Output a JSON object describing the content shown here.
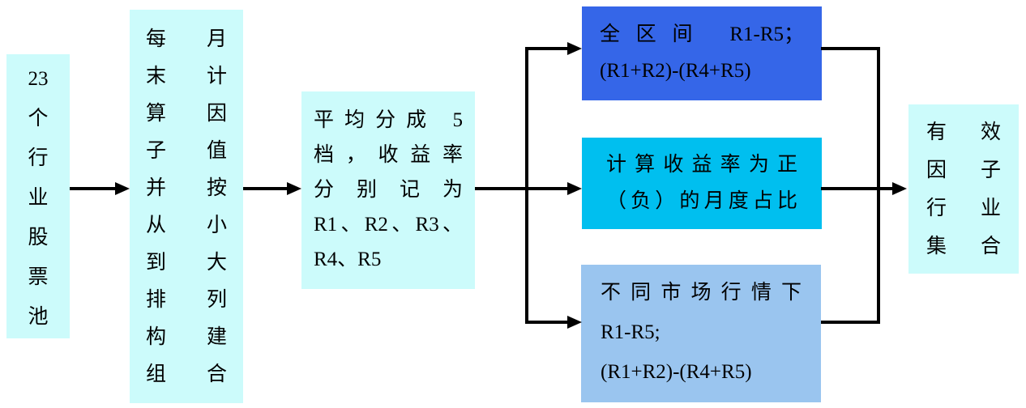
{
  "colors": {
    "box_light_cyan": "#ccfbfb",
    "box_royal_blue": "#3566e8",
    "box_cyan": "#00bfef",
    "box_light_blue": "#9ac5ef",
    "connector": "#000000",
    "text": "#000000"
  },
  "boxes": {
    "stock_pool": {
      "text": "23个行业股票池",
      "lines": [
        "23",
        "个",
        "行",
        "业",
        "股",
        "票",
        "池"
      ]
    },
    "monthly_calc": {
      "text": "每月末计算因子值并按从小到大排列构建组合",
      "lines": [
        "每月",
        "末计",
        "算因",
        "子值",
        "并按",
        "从小",
        "到大",
        "排列",
        "构建",
        "组合"
      ]
    },
    "quintile": {
      "text": "平均分成5档，收益率分别记为R1、R2、R3、R4、R5",
      "lines": [
        "平均分成 5",
        "档，收益率",
        "分别记为",
        "R1、R2、R3、",
        "R4、R5"
      ]
    },
    "full_range": {
      "text": "全区间 R1-R5；(R1+R2)-(R4+R5)",
      "lines": [
        "全区间 R1-R5；",
        "(R1+R2)-(R4+R5)"
      ]
    },
    "monthly_ratio": {
      "text": "计算收益率为正（负）的月度占比",
      "lines": [
        "计算收益率为正",
        "（负）的月度占比"
      ]
    },
    "market_regime": {
      "text": "不同市场行情下R1-R5;(R1+R2)-(R4+R5)",
      "lines": [
        "不同市场行情下",
        "R1-R5;",
        "(R1+R2)-(R4+R5)"
      ]
    },
    "effective_set": {
      "text": "有效因子行业集合",
      "lines": [
        "有效",
        "因子",
        "行业",
        "集合"
      ]
    }
  }
}
